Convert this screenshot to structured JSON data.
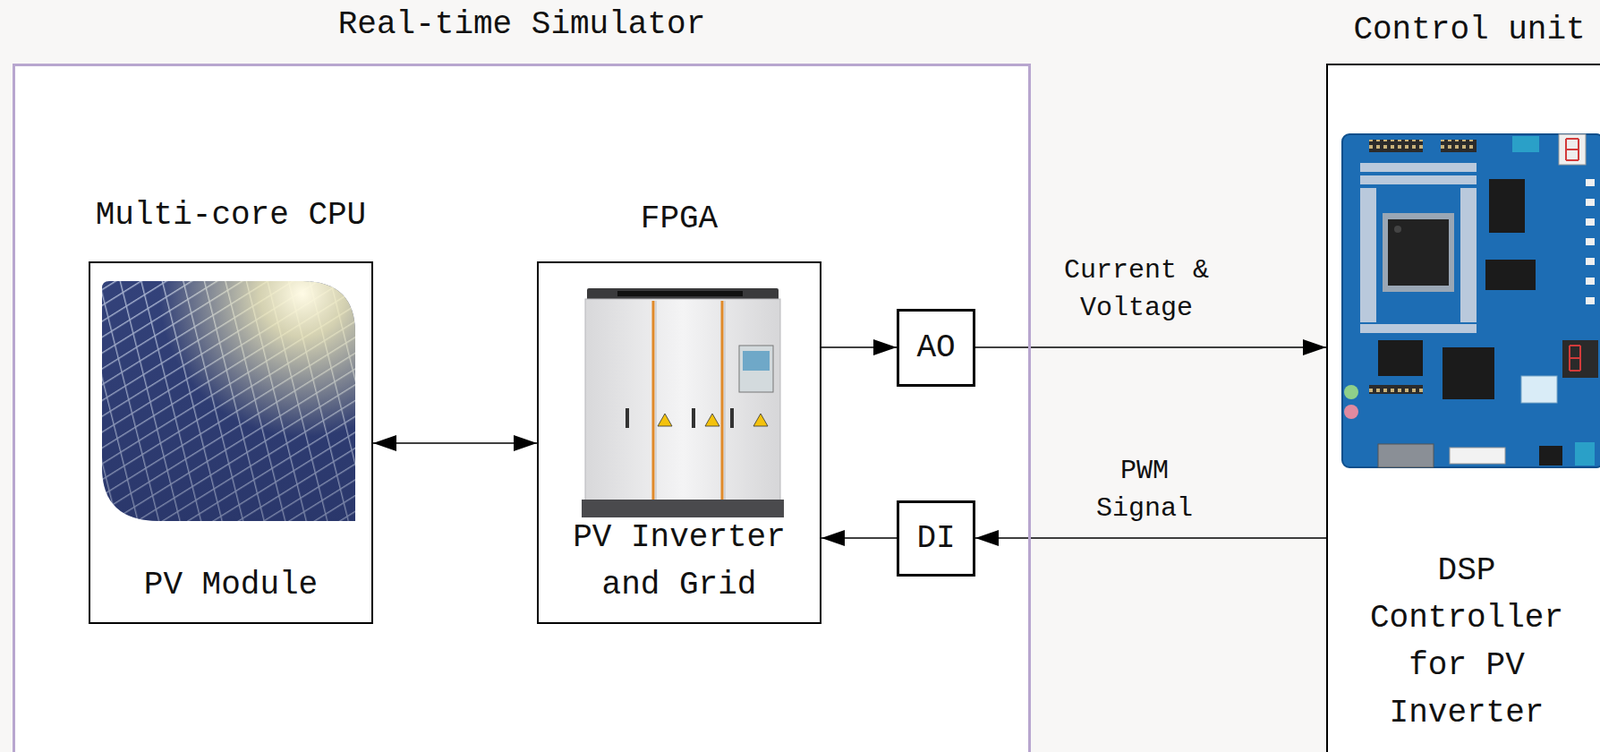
{
  "diagram": {
    "nodes": [
      {
        "text": [
          "Real-time Simulator"
        ]
      },
      {
        "text": [
          "Multi-core CPU",
          "PV Module"
        ],
        "in": 0
      },
      {
        "text": [
          "FPGA",
          "PV Inverter and Grid"
        ],
        "in": 0
      },
      {
        "text": [
          "AO"
        ],
        "in": 0
      },
      {
        "text": [
          "DI"
        ],
        "in": 0
      },
      {
        "text": [
          "Control unit",
          "DSP Controller for PV Inverter"
        ]
      }
    ],
    "edges": [
      {
        "from": 1,
        "to": 2,
        "arrow": "both"
      },
      {
        "from": 2,
        "to": 3,
        "arrow": "to"
      },
      {
        "from": 3,
        "to": 5,
        "arrow": "to",
        "label": "Current & Voltage"
      },
      {
        "from": 5,
        "to": 4,
        "arrow": "to",
        "label": "PWM Signal"
      },
      {
        "from": 4,
        "to": 2,
        "arrow": "to"
      }
    ]
  }
}
